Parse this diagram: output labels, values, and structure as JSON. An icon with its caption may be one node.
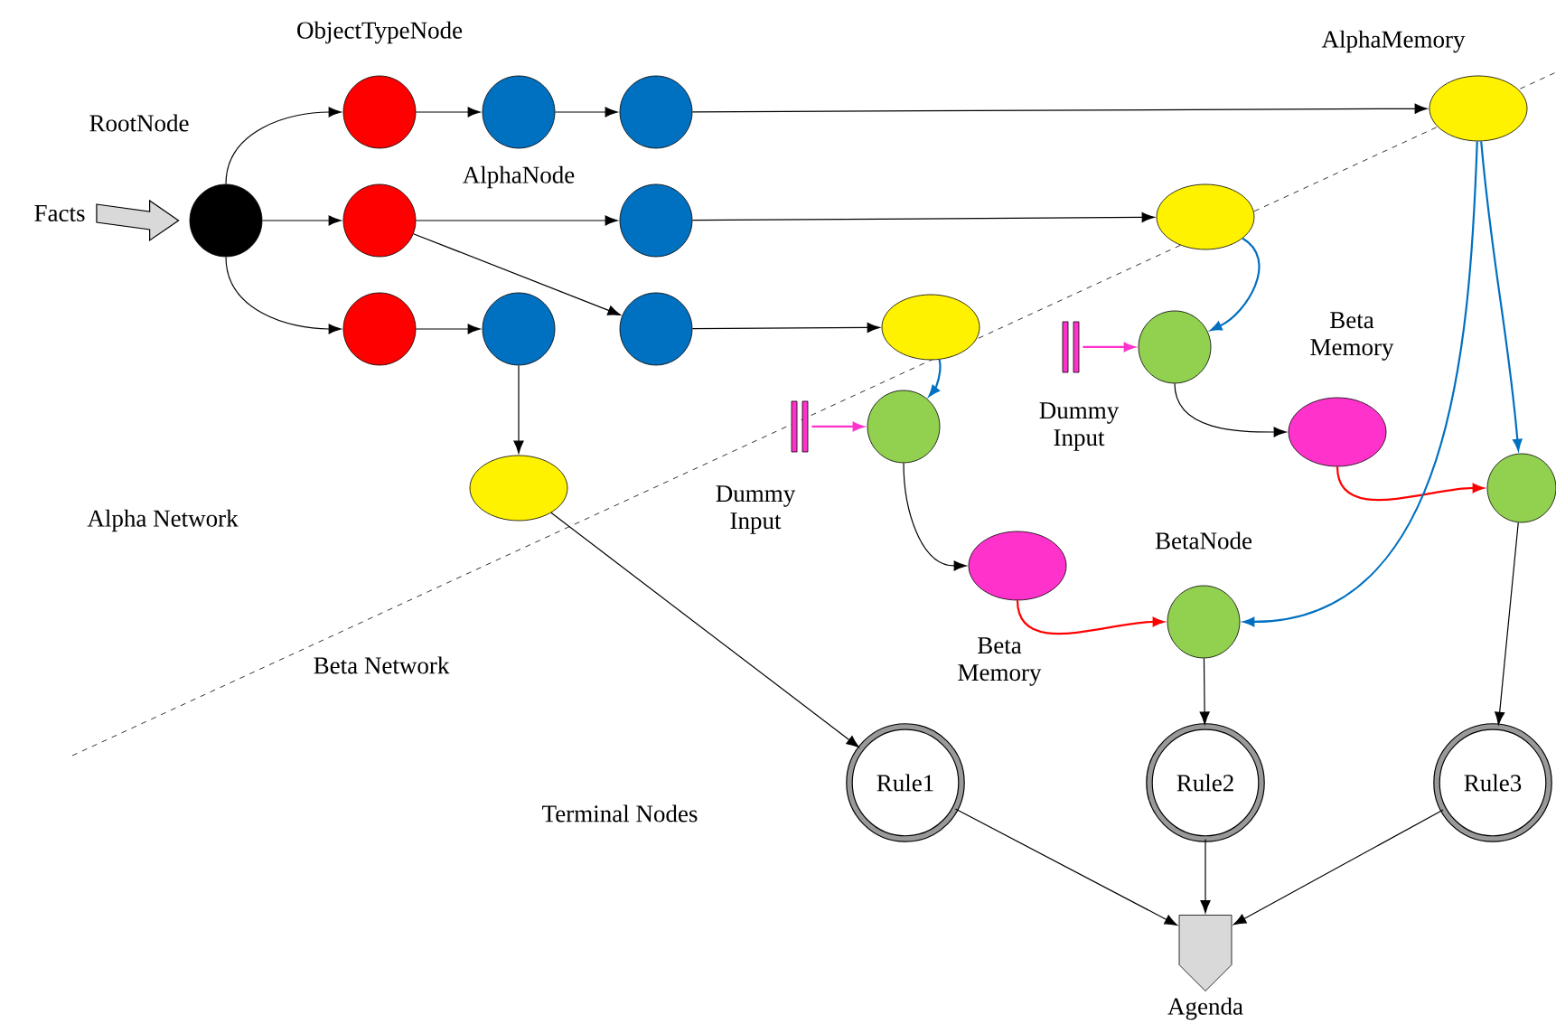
{
  "diagram": {
    "nodes": [
      {
        "text": [
          "Facts"
        ]
      },
      {
        "text": [
          "RootNode"
        ]
      },
      {
        "text": [
          "ObjectTypeNode"
        ]
      },
      {
        "text": [],
        "shape": "circle"
      },
      {
        "text": [],
        "shape": "circle"
      },
      {
        "text": [],
        "shape": "circle"
      },
      {
        "text": [],
        "shape": "circle"
      },
      {
        "text": [],
        "shape": "circle"
      },
      {
        "text": [],
        "shape": "circle"
      },
      {
        "text": [],
        "shape": "circle"
      },
      {
        "text": [
          "AlphaMemory"
        ]
      },
      {
        "text": [],
        "shape": "ellipse"
      },
      {
        "text": [],
        "shape": "ellipse"
      },
      {
        "text": [],
        "shape": "ellipse"
      },
      {
        "text": [],
        "shape": "circle"
      },
      {
        "text": [
          "Dummy Input"
        ]
      },
      {
        "text": [
          "Beta Memory"
        ]
      },
      {
        "text": [],
        "shape": "circle"
      },
      {
        "text": [],
        "shape": "circle"
      },
      {
        "text": [
          "Dummy Input"
        ]
      },
      {
        "text": [
          "Beta Memory"
        ]
      },
      {
        "text": [
          "BetaNode"
        ]
      },
      {
        "text": [
          "Rule1"
        ]
      },
      {
        "text": [
          "Rule2"
        ]
      },
      {
        "text": [
          "Rule3"
        ]
      },
      {
        "text": [
          "Agenda"
        ]
      }
    ],
    "edges": [
      {
        "from": 0,
        "to": 1,
        "arrow": "to"
      },
      {
        "from": 1,
        "to": 2,
        "arrow": "to"
      },
      {
        "from": 1,
        "to": 5,
        "arrow": "to"
      },
      {
        "from": 1,
        "to": 7,
        "arrow": "to"
      },
      {
        "from": 2,
        "to": 3,
        "arrow": "to"
      },
      {
        "from": 3,
        "to": 4,
        "arrow": "to"
      },
      {
        "from": 4,
        "to": 10,
        "arrow": "to"
      },
      {
        "from": 5,
        "to": 6,
        "arrow": "to"
      },
      {
        "from": 5,
        "to": 9,
        "arrow": "to"
      },
      {
        "from": 6,
        "to": 11,
        "arrow": "to"
      },
      {
        "from": 7,
        "to": 8,
        "arrow": "to"
      },
      {
        "from": 8,
        "to": 13,
        "arrow": "to"
      },
      {
        "from": 9,
        "to": 12,
        "arrow": "to"
      },
      {
        "from": 11,
        "to": 14,
        "arrow": "to",
        "color": "#0070c0"
      },
      {
        "from": 12,
        "to": 18,
        "arrow": "to",
        "color": "#0070c0"
      },
      {
        "from": 15,
        "to": 14,
        "arrow": "to",
        "color": "#ff33cc"
      },
      {
        "from": 19,
        "to": 18,
        "arrow": "to",
        "color": "#ff33cc"
      },
      {
        "from": 14,
        "to": 16,
        "arrow": "to"
      },
      {
        "from": 18,
        "to": 20,
        "arrow": "to"
      },
      {
        "from": 16,
        "to": 17,
        "arrow": "to",
        "color": "#ff0000"
      },
      {
        "from": 20,
        "to": 21,
        "arrow": "to",
        "color": "#ff0000"
      },
      {
        "from": 10,
        "to": 17,
        "arrow": "to",
        "color": "#0070c0"
      },
      {
        "from": 10,
        "to": 21,
        "arrow": "to",
        "color": "#0070c0"
      },
      {
        "from": 13,
        "to": 22,
        "arrow": "to"
      },
      {
        "from": 21,
        "to": 23,
        "arrow": "to"
      },
      {
        "from": 17,
        "to": 24,
        "arrow": "to"
      },
      {
        "from": 22,
        "to": 25,
        "arrow": "to"
      },
      {
        "from": 23,
        "to": 25,
        "arrow": "to"
      },
      {
        "from": 24,
        "to": 25,
        "arrow": "to"
      }
    ],
    "labels": [
      "AlphaNode",
      "Alpha Network",
      "Beta Network",
      "Terminal Nodes"
    ]
  }
}
